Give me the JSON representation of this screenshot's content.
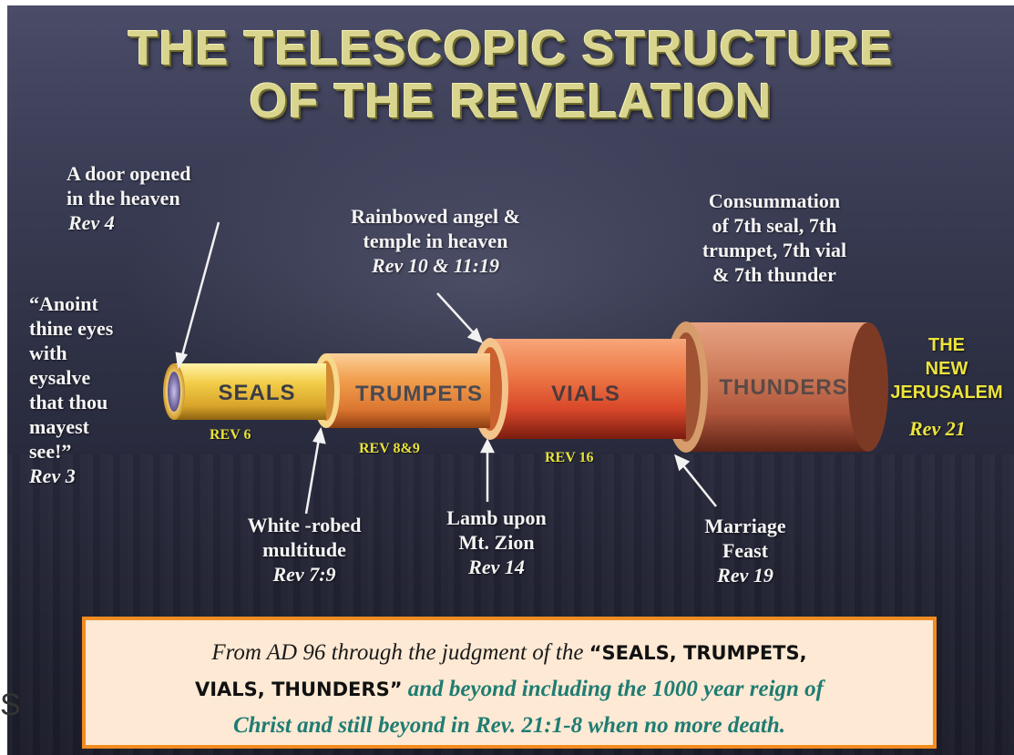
{
  "title": {
    "line1": "THE TELESCOPIC STRUCTURE",
    "line2": "OF THE REVELATION"
  },
  "segments": [
    {
      "label": "SEALS",
      "ref": "REV 6"
    },
    {
      "label": "TRUMPETS",
      "ref": "REV 8&9"
    },
    {
      "label": "VIALS",
      "ref": "REV 16"
    },
    {
      "label": "THUNDERS",
      "ref": ""
    }
  ],
  "annotations": {
    "door": {
      "line1": "A door opened",
      "line2": "in the heaven",
      "ref": "Rev 4"
    },
    "anoint": {
      "line1": "“Anoint",
      "line2": "thine eyes",
      "line3": "with",
      "line4": "eysalve",
      "line5": "that thou",
      "line6": "mayest",
      "line7": "see!”",
      "ref": "Rev 3"
    },
    "rainbow": {
      "line1": "Rainbowed angel &",
      "line2": "temple in heaven",
      "ref": "Rev 10 & 11:19"
    },
    "consummation": {
      "line1": "Consummation",
      "line2": "of 7th seal, 7th",
      "line3": "trumpet, 7th vial",
      "line4": "& 7th thunder"
    },
    "white": {
      "line1": "White -robed",
      "line2": "multitude",
      "ref": "Rev 7:9"
    },
    "lamb": {
      "line1": "Lamb upon",
      "line2": "Mt. Zion",
      "ref": "Rev 14"
    },
    "marriage": {
      "line1": "Marriage",
      "line2": "Feast",
      "ref": "Rev 19"
    }
  },
  "new_jerusalem": {
    "line1": "THE",
    "line2": "NEW",
    "line3": "JERUSALEM",
    "ref": "Rev 21"
  },
  "caption": {
    "part1": "From AD 96 through the judgment of the ",
    "caps1": "“SEALS, TRUMPETS,",
    "caps2": "VIALS, THUNDERS”",
    "part2": " and beyond including the 1000 year reign of",
    "part3": "Christ and still beyond in Rev. 21:1-8 when no more death."
  },
  "stray_char": "S",
  "colors": {
    "title": "#d9d58e",
    "seals": "#e6bf38",
    "trumpets": "#e8893a",
    "vials": "#e55a33",
    "thunders": "#c96c4a",
    "label_yellow": "#e8e23a",
    "caption_border": "#f28c22",
    "caption_teal": "#1f7c72"
  }
}
